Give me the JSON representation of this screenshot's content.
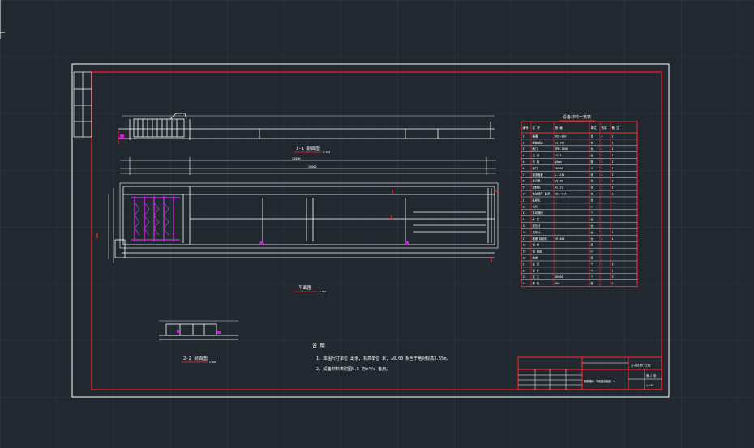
{
  "colors": {
    "background": "#212830",
    "grid": "#2b333c",
    "frame": "#ffffff",
    "border": "#e0131f",
    "line": "#ffffff",
    "accent": "#c026d3",
    "marker": "#ff2a2a"
  },
  "drawing": {
    "section_1_label": "1-1 剖面图",
    "plan_label": "平面图",
    "section_2_label": "2-2 剖面图",
    "scale_text": "1:100",
    "dimension_main": "28000",
    "dimension_total": "32000"
  },
  "notes": {
    "title": "说 明",
    "line1": "1. 本图尺寸单位 毫米, 标高单位 米, ±0.00  相当于绝对标高3.55m。",
    "line2": "2. 设备材料表附图5.5 万m³/d   备用。"
  },
  "equipment_table": {
    "title": "设备材料一览表",
    "headers": [
      "编号",
      "名 称",
      "规 格",
      "单位",
      "数量",
      "备 注"
    ],
    "rows": [
      [
        "1",
        "格栅",
        "RGS-800",
        "台",
        "4",
        "1"
      ],
      [
        "2",
        "螺旋输送",
        "LS-300",
        "台",
        "1",
        "1"
      ],
      [
        "3",
        "闸门",
        "ZMQ-1000",
        "台",
        "4",
        "1"
      ],
      [
        "4",
        "启 闭",
        "LQ-3",
        "台",
        "4",
        "1"
      ],
      [
        "5",
        "滤 网",
        "φ3mm",
        "套",
        "4",
        "1"
      ],
      [
        "6",
        "阀门",
        "DN300",
        "个",
        "4",
        "1"
      ],
      [
        "7",
        "渠道盖板",
        "L-1250",
        "块",
        "4",
        "1"
      ],
      [
        "8",
        "排污泵",
        "WQ-25",
        "台",
        "1",
        "1"
      ],
      [
        "9",
        "控制柜",
        "XL-21",
        "台",
        "1",
        "1"
      ],
      [
        "10",
        "电动葫芦 备用",
        "CD1-0.5",
        "台",
        "4",
        "1"
      ],
      [
        "11",
        "压榨机",
        "",
        "台",
        "",
        ""
      ],
      [
        "12",
        "栏杆",
        "",
        "m",
        "",
        ""
      ],
      [
        "13",
        "手动蝶阀",
        "",
        "个",
        "",
        ""
      ],
      [
        "14",
        "水 泵",
        "",
        "台",
        "",
        ""
      ],
      [
        "15",
        "液位计",
        "",
        "台",
        "",
        ""
      ],
      [
        "16",
        "流量计",
        "",
        "台",
        "2",
        "1"
      ],
      [
        "17",
        "格栅 除渣机",
        "HF-800",
        "台",
        "4",
        "1"
      ],
      [
        "18",
        "钢 梯",
        "",
        "座",
        "",
        ""
      ],
      [
        "19",
        "钢 格板",
        "",
        "m²",
        "",
        ""
      ],
      [
        "20",
        "爬梯",
        "",
        "座",
        "",
        ""
      ],
      [
        "21",
        "支 架",
        "",
        "个",
        "1",
        "3"
      ],
      [
        "22",
        "管 件",
        "",
        "个",
        "",
        "1"
      ],
      [
        "23",
        "法 兰",
        "DN300",
        "个",
        "",
        "3"
      ],
      [
        "24",
        "螺 栓",
        "M16",
        "套",
        "",
        "2"
      ]
    ]
  },
  "title_block": {
    "project": "污水处理厂工程",
    "drawing_name": "粗格栅间 平面图剖面图 一",
    "sheet": "第 2 张",
    "scale": "1:100"
  }
}
